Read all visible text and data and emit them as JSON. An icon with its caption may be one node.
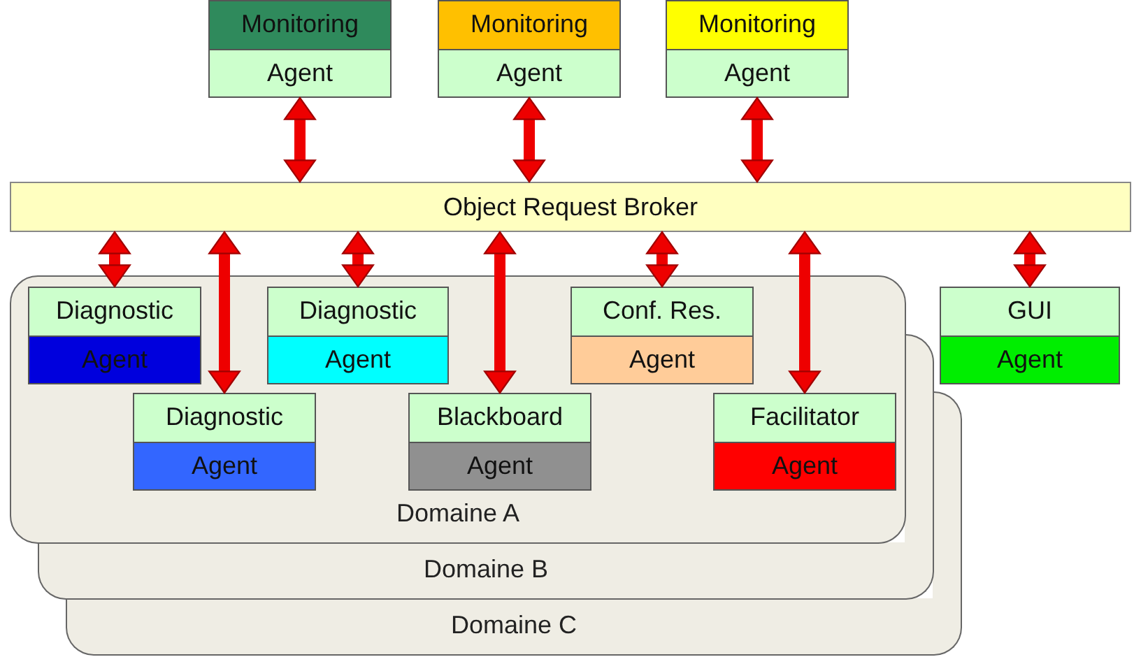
{
  "diagram": {
    "nodes": [
      {
        "text": [
          "Monitoring",
          "Agent"
        ]
      },
      {
        "text": [
          "Monitoring",
          "Agent"
        ]
      },
      {
        "text": [
          "Monitoring",
          "Agent"
        ]
      },
      {
        "text": [
          "Object Request Broker"
        ]
      },
      {
        "text": [
          "Domaine A"
        ]
      },
      {
        "text": [
          "Diagnostic",
          "Agent"
        ],
        "in": 4
      },
      {
        "text": [
          "Diagnostic",
          "Agent"
        ],
        "in": 4
      },
      {
        "text": [
          "Conf. Res.",
          "Agent"
        ],
        "in": 4
      },
      {
        "text": [
          "Diagnostic",
          "Agent"
        ],
        "in": 4
      },
      {
        "text": [
          "Blackboard",
          "Agent"
        ],
        "in": 4
      },
      {
        "text": [
          "Facilitator",
          "Agent"
        ],
        "in": 4
      },
      {
        "text": [
          "GUI",
          "Agent"
        ]
      },
      {
        "text": [
          "Domaine B"
        ]
      },
      {
        "text": [
          "Domaine C"
        ]
      }
    ],
    "edges": [
      {
        "from": 0,
        "to": 3,
        "arrow": "both"
      },
      {
        "from": 1,
        "to": 3,
        "arrow": "both"
      },
      {
        "from": 2,
        "to": 3,
        "arrow": "both"
      },
      {
        "from": 3,
        "to": 5,
        "arrow": "both"
      },
      {
        "from": 3,
        "to": 8,
        "arrow": "both"
      },
      {
        "from": 3,
        "to": 6,
        "arrow": "both"
      },
      {
        "from": 3,
        "to": 9,
        "arrow": "both"
      },
      {
        "from": 3,
        "to": 7,
        "arrow": "both"
      },
      {
        "from": 3,
        "to": 10,
        "arrow": "both"
      },
      {
        "from": 3,
        "to": 11,
        "arrow": "both"
      }
    ]
  }
}
